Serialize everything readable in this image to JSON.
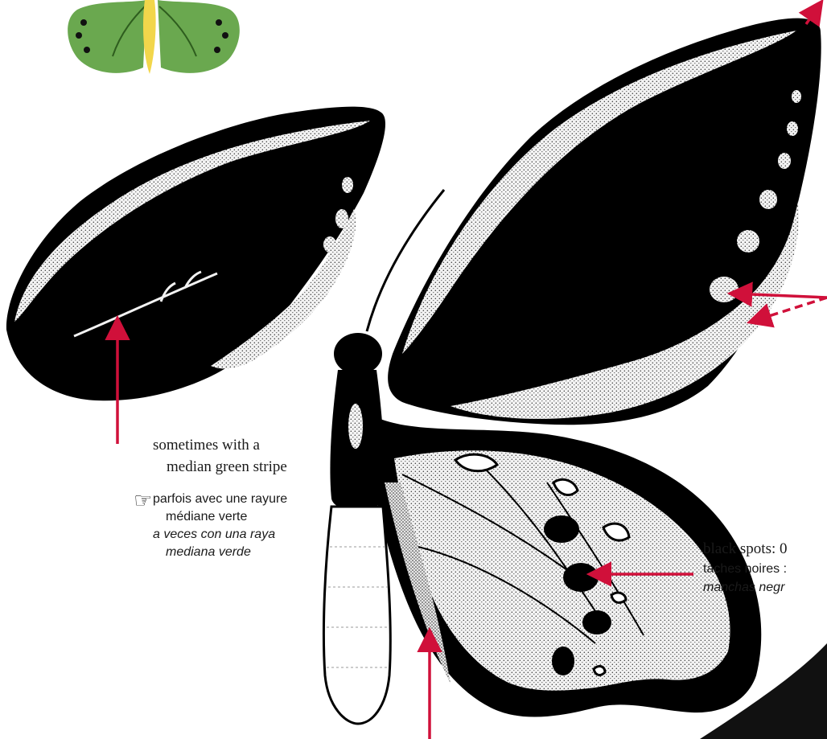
{
  "colors": {
    "arrow": "#d0103a",
    "wing_black": "#000000",
    "stipple": "#f1f1f1",
    "thumb_green": "#6aa84f",
    "thumb_yellow": "#f2d64b"
  },
  "icons": {
    "pointer": "pointing-hand-icon"
  },
  "pointer_glyph": "☞",
  "stripe_note": {
    "en_line1": "sometimes with a",
    "en_line2": "median green stripe",
    "fr_line1": "parfois avec une rayure",
    "fr_line2": "médiane verte",
    "es_line1": "a veces con una raya",
    "es_line2": "mediana verde"
  },
  "spots_note": {
    "en": "black spots: 0",
    "fr": "taches noires :",
    "es": "manchas negr"
  }
}
